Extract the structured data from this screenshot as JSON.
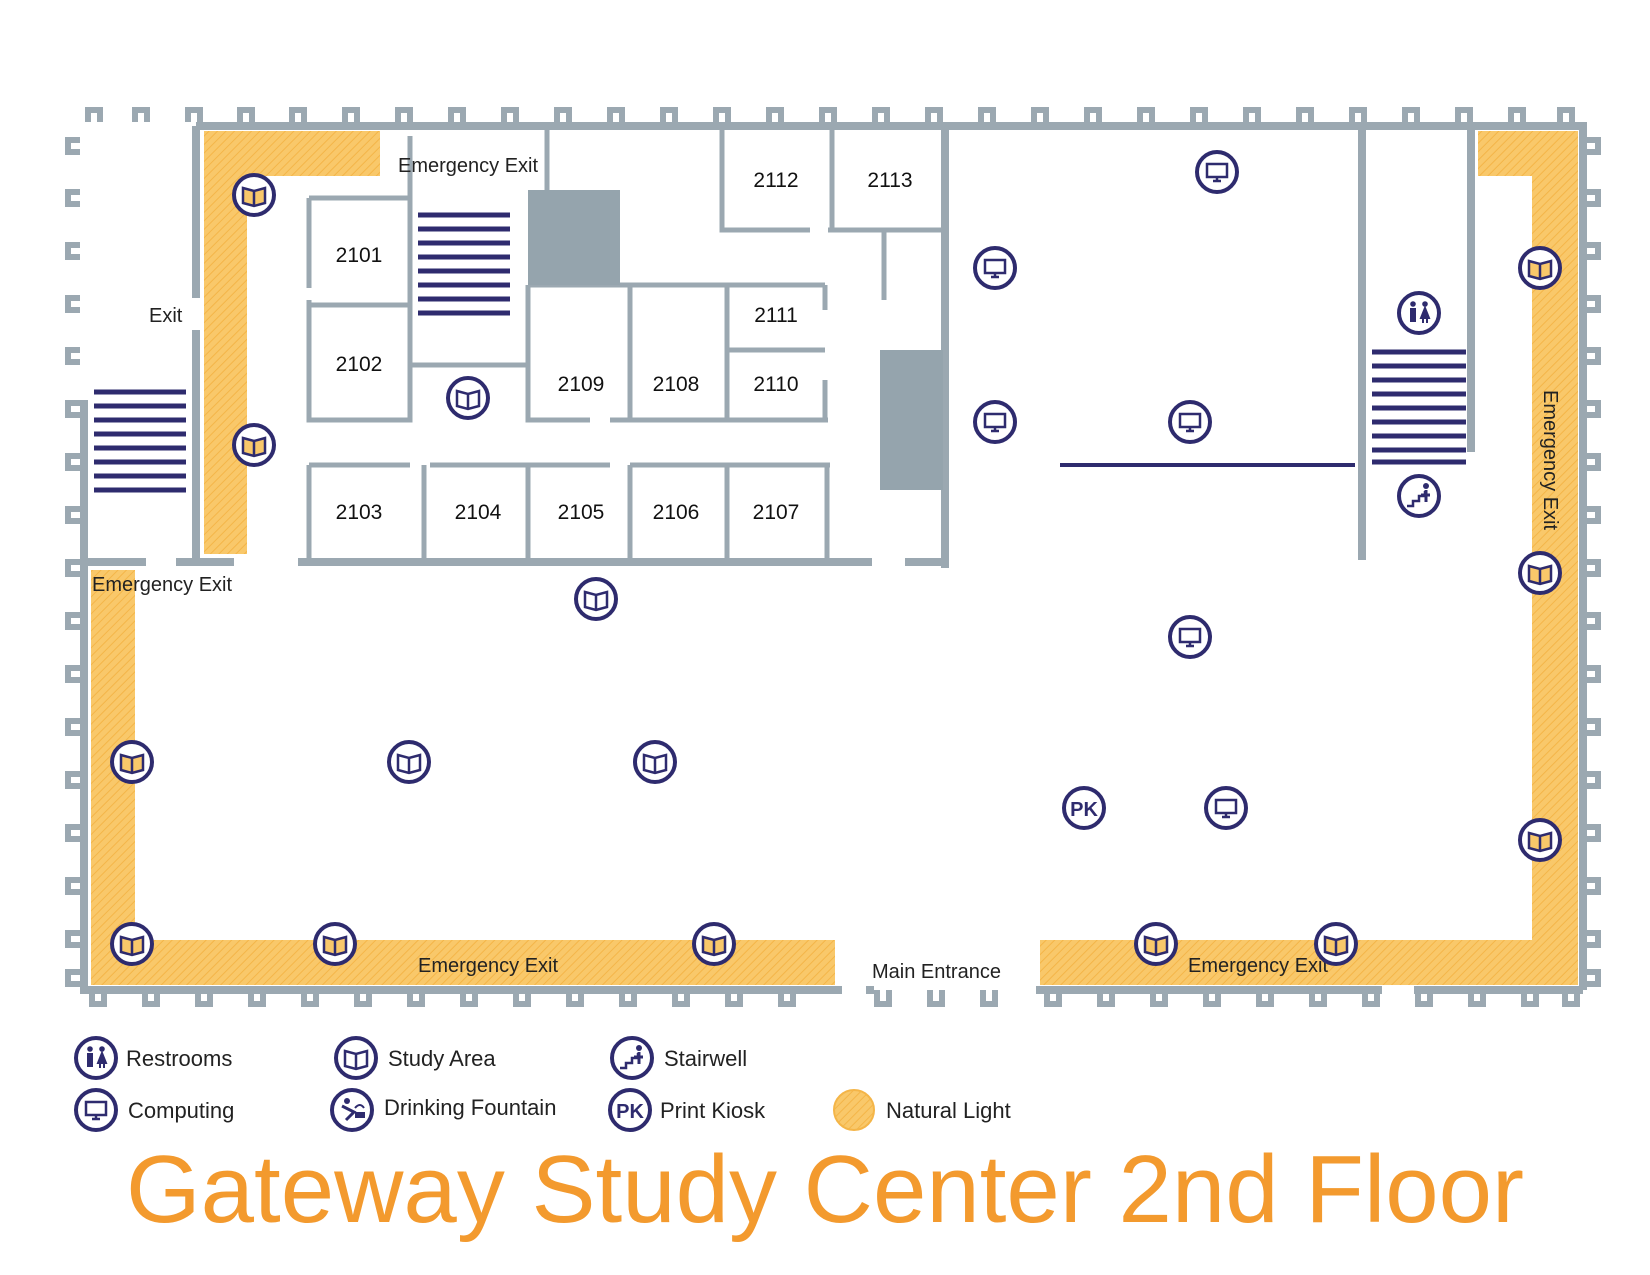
{
  "title": "Gateway Study Center 2nd Floor",
  "colors": {
    "wall": "#9BA8B1",
    "accent": "#2E2B6E",
    "natural_light": "#F9C86A",
    "title": "#F39A2E",
    "dark_block": "#95A4AD"
  },
  "rooms": [
    "2101",
    "2102",
    "2103",
    "2104",
    "2105",
    "2106",
    "2107",
    "2108",
    "2109",
    "2110",
    "2111",
    "2112",
    "2113"
  ],
  "labels": {
    "exit": "Exit",
    "emergency_exit": "Emergency Exit",
    "main_entrance": "Main Entrance"
  },
  "legend": {
    "restrooms": "Restrooms",
    "computing": "Computing",
    "study_area": "Study Area",
    "drinking_fountain": "Drinking Fountain",
    "stairwell": "Stairwell",
    "print_kiosk": "Print Kiosk",
    "print_kiosk_badge": "PK",
    "natural_light": "Natural Light"
  },
  "icons": {
    "restrooms": "restrooms-icon",
    "computing": "computer-icon",
    "study_area": "book-icon",
    "drinking_fountain": "drinking-fountain-icon",
    "stairwell": "stairwell-icon",
    "print_kiosk": "print-kiosk-icon"
  }
}
